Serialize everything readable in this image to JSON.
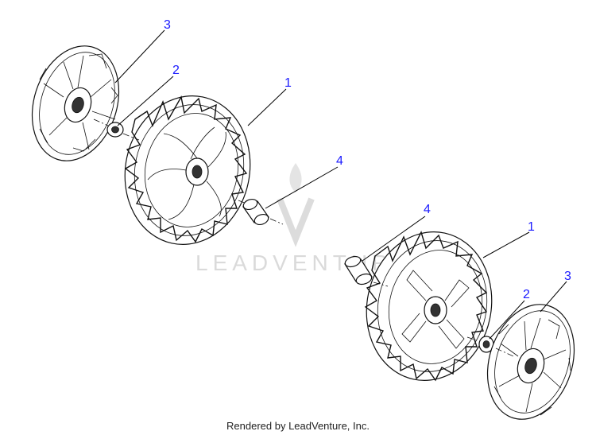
{
  "callouts": [
    {
      "id": "wheel-left",
      "label": "1"
    },
    {
      "id": "bushing-left",
      "label": "2"
    },
    {
      "id": "hubcap-left",
      "label": "3"
    },
    {
      "id": "spacer-left",
      "label": "4"
    },
    {
      "id": "wheel-right",
      "label": "1"
    },
    {
      "id": "bushing-right",
      "label": "2"
    },
    {
      "id": "hubcap-right",
      "label": "3"
    },
    {
      "id": "spacer-right",
      "label": "4"
    }
  ],
  "watermark": {
    "text": "LEADVENTURE"
  },
  "footer": {
    "text": "Rendered by LeadVenture, Inc."
  }
}
